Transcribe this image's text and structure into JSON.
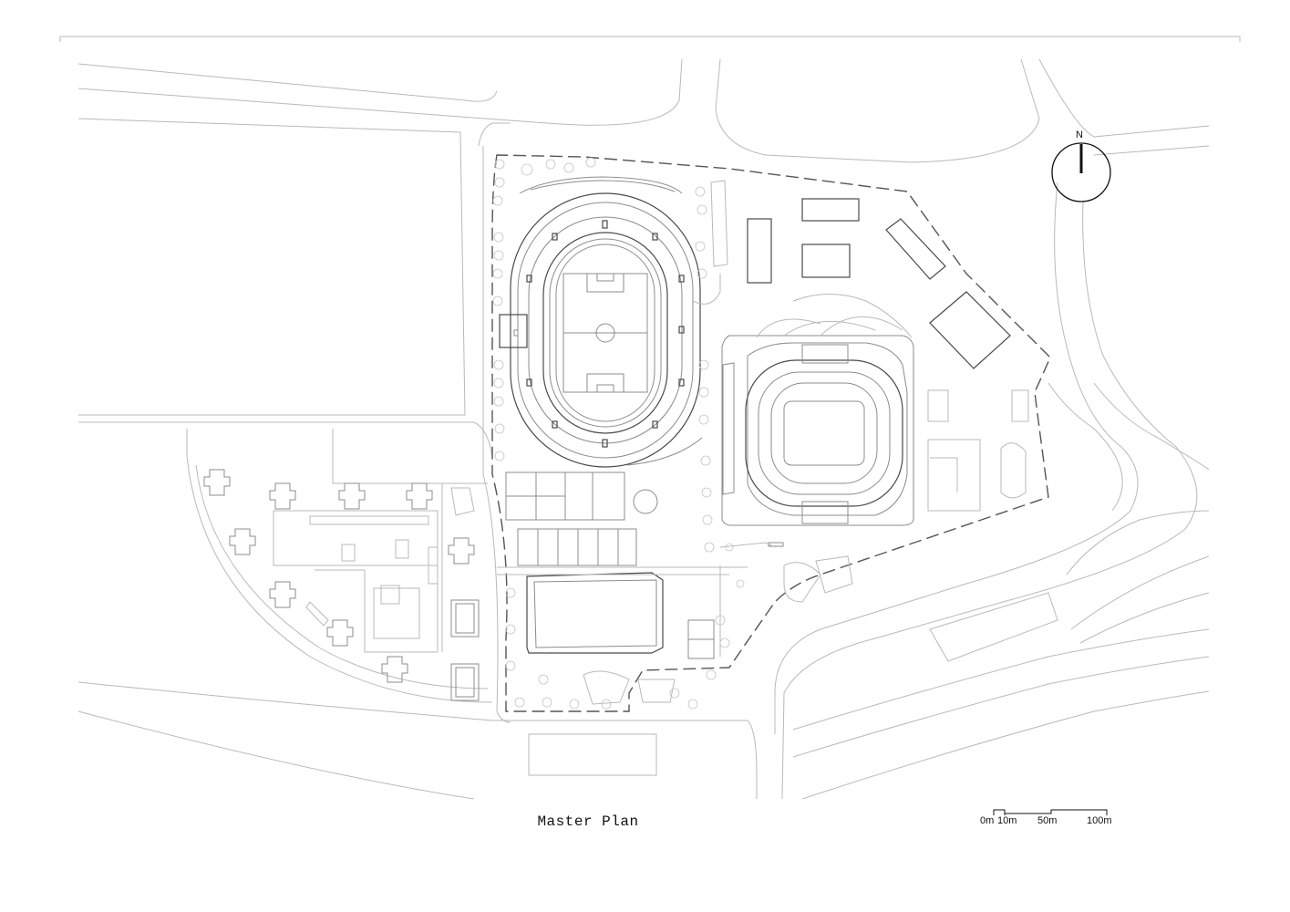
{
  "drawing": {
    "title": "Master Plan",
    "north_label": "N",
    "scale_bar": {
      "labels": [
        "0m",
        "10m",
        "50m",
        "100m"
      ]
    }
  }
}
